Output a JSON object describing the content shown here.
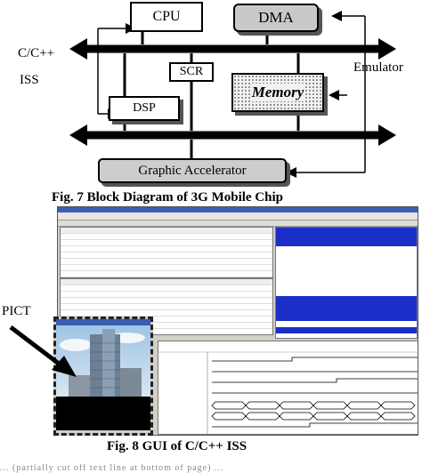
{
  "figure7": {
    "blocks": {
      "cpu": "CPU",
      "dma": "DMA",
      "scr": "SCR",
      "memory": "Memory",
      "dsp": "DSP",
      "graphic_accelerator": "Graphic Accelerator"
    },
    "side_labels": {
      "cc_iss_line1": "C/C++",
      "cc_iss_line2": "ISS",
      "emulator": "Emulator"
    },
    "caption": "Fig. 7 Block Diagram of 3G Mobile Chip"
  },
  "figure8": {
    "pict_label": "PICT",
    "caption": "Fig. 8 GUI of C/C++ ISS"
  },
  "footer_text": "... (partially cut off text line at bottom of page) ..."
}
